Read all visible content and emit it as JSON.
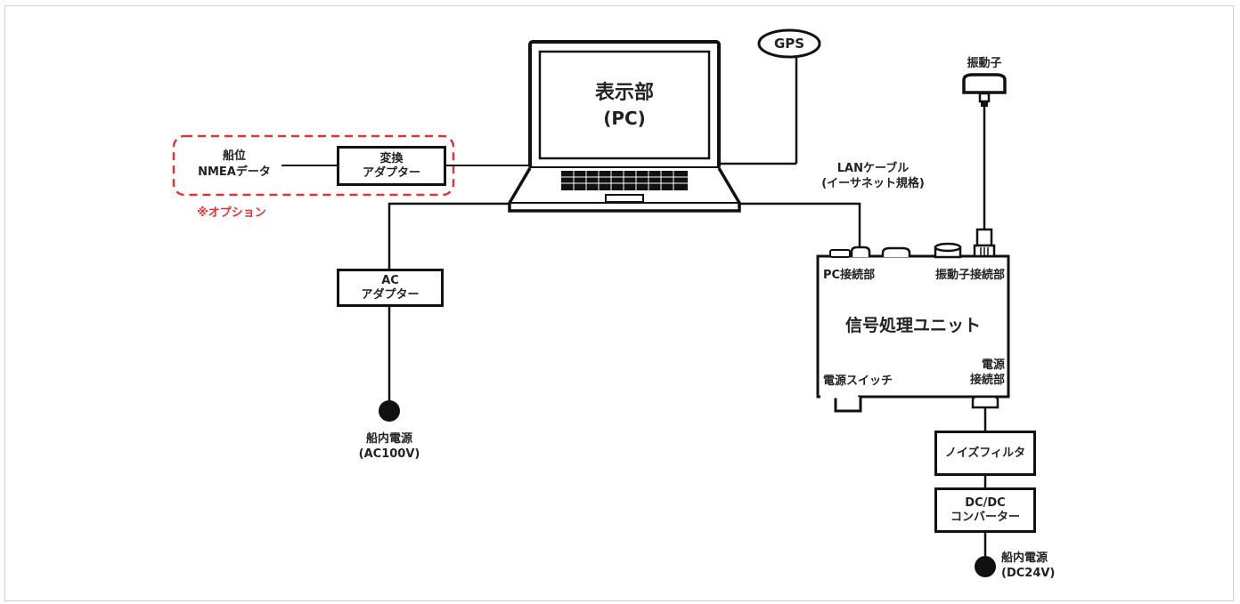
{
  "display": {
    "line1": "表示部",
    "line2": "(PC)"
  },
  "gps": {
    "label": "GPS"
  },
  "transducer": {
    "label": "振動子"
  },
  "option_group": {
    "heading_label": "船位",
    "nmea_label": "NMEAデータ",
    "adapter_line1": "変換",
    "adapter_line2": "アダプター",
    "option_note": "※オプション",
    "border_color": "#e03434"
  },
  "lan_cable": {
    "line1": "LANケーブル",
    "line2": "(イーサネット規格)"
  },
  "ac_adapter": {
    "line1": "AC",
    "line2": "アダプター"
  },
  "ship_power_ac": {
    "line1": "船内電源",
    "line2": "(AC100V)"
  },
  "signal_unit": {
    "title": "信号処理ユニット",
    "pc_port": "PC接続部",
    "transducer_port": "振動子接続部",
    "power_switch": "電源スイッチ",
    "power_port_line1": "電源",
    "power_port_line2": "接続部"
  },
  "noise_filter": {
    "label": "ノイズフィルタ"
  },
  "dcdc": {
    "line1": "DC/DC",
    "line2": "コンバーター"
  },
  "ship_power_dc": {
    "line1": "船内電源",
    "line2": "(DC24V)"
  }
}
